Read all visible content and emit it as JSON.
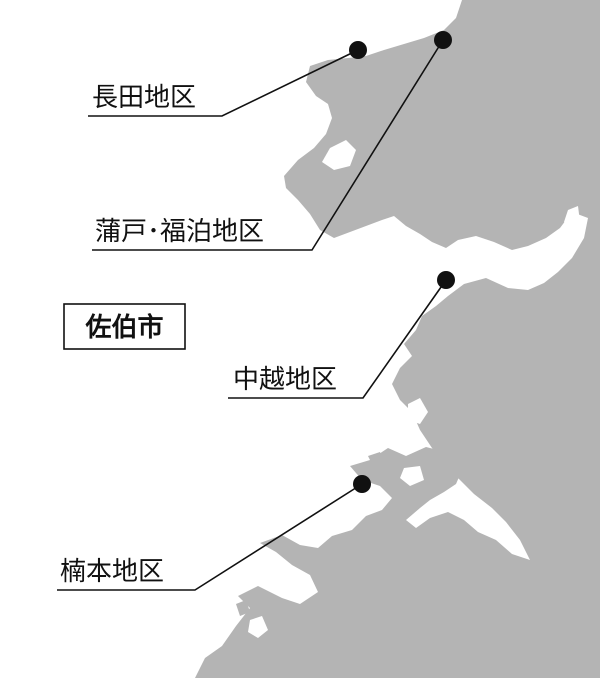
{
  "map": {
    "land_color": "#b4b4b4",
    "sea_color": "#ffffff",
    "marker_color": "#111111",
    "leader_color": "#111111",
    "city_label": "佐伯市",
    "districts": [
      {
        "id": "nagata",
        "label": "長田地区"
      },
      {
        "id": "kamado-fukutomari",
        "label": "蒲戸･福泊地区"
      },
      {
        "id": "nakagoe",
        "label": "中越地区"
      },
      {
        "id": "kusumoto",
        "label": "楠本地区"
      }
    ]
  }
}
